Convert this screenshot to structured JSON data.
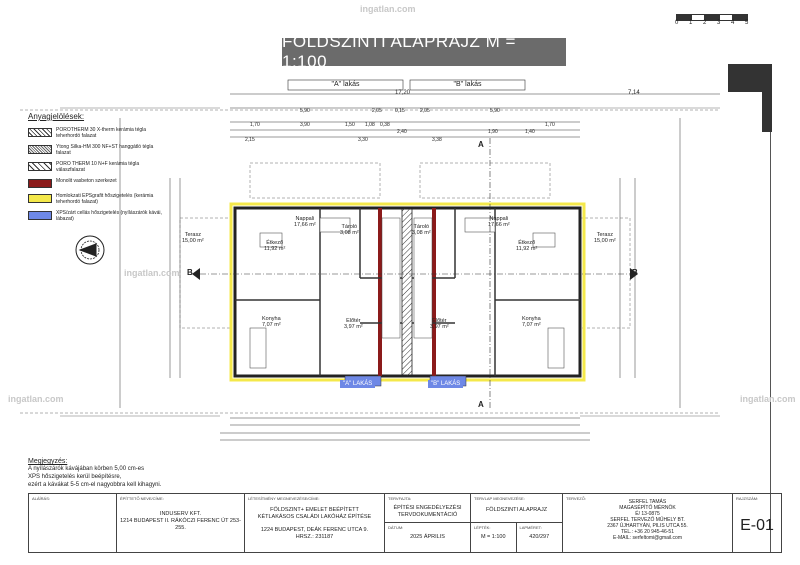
{
  "title": "FÖLDSZINTI ALAPRAJZ M = 1:100",
  "scalebar": {
    "ticks": [
      "0",
      "1",
      "2",
      "3",
      "4",
      "5"
    ]
  },
  "units": {
    "a": "\"A\" lakás",
    "b": "\"B\" lakás"
  },
  "dims_top": [
    "17,20",
    "7,14",
    "5,90",
    "2,05",
    "0,15",
    "2,05",
    "5,90",
    "1,70",
    "3,90",
    "1,50",
    "1,08",
    "0,38",
    "2,40",
    "3,30",
    "3,38",
    "2,15",
    "1,90",
    "1,40",
    "1,70"
  ],
  "legend": {
    "heading": "Anyagjelölések:",
    "items": [
      {
        "text": "POROTHERM 30 X-therm kerámia tégla teherhordó falazat",
        "style": "hatch1"
      },
      {
        "text": "Ytong Silka-HM 300 NF+ST hanggátló tégla falazat",
        "style": "hatch2"
      },
      {
        "text": "PORO THERM 10 N+F kerámia tégla válaszfalazat",
        "style": "hatch3"
      },
      {
        "text": "Monolit vasbeton szerkezet",
        "color": "#8b1a1a"
      },
      {
        "text": "Homlokzati EPSgrafit hőszigetelés (kerámia teherhordó falazat)",
        "color": "#f4e84a"
      },
      {
        "text": "XPS/zárt cellás hőszigetelés (nyílászárók kávái, lábazat)",
        "color": "#6e88e6"
      }
    ]
  },
  "rooms": [
    {
      "name": "Terasz",
      "area": "15,00 m²"
    },
    {
      "name": "Étkező",
      "area": "11,92 m²"
    },
    {
      "name": "Nappali",
      "area": "17,66 m²"
    },
    {
      "name": "Konyha",
      "area": "7,07 m²"
    },
    {
      "name": "Tároló",
      "area": "3,08 m²"
    },
    {
      "name": "Előtér",
      "area": "3,97 m²"
    },
    {
      "name": "Terasz",
      "area": "15,00 m²"
    },
    {
      "name": "Étkező",
      "area": "11,92 m²"
    },
    {
      "name": "Nappali",
      "area": "17,66 m²"
    },
    {
      "name": "Konyha",
      "area": "7,07 m²"
    },
    {
      "name": "Tároló",
      "area": "3,08 m²"
    },
    {
      "name": "Előtér",
      "area": "3,97 m²"
    }
  ],
  "unit_tags": {
    "a": "\"A\" LAKÁS",
    "b": "\"B\" LAKÁS"
  },
  "section_marks": {
    "a": "A",
    "b": "B"
  },
  "notes": {
    "heading": "Megjegyzés:",
    "lines": [
      "A nyílászárók kávájában körben 5,00 cm-es",
      "XPS hőszigetelés kerül beépítésre,",
      "ezért a kávákat 5-5 cm-el nagyobbra kell kihagyni."
    ]
  },
  "watermark": "ingatlan.com",
  "titleblock": {
    "alairas_cap": "ALÁÍRÁS:",
    "owner_cap": "ÉPÍTTETŐ NEVE/CÍME:",
    "owner": "INDUSERV KFT.\n1214 BUDAPEST II. RÁKÓCZI FERENC ÚT 253-255.",
    "project_cap": "LÉTESÍTMÉNY MEGNEVEZÉSE/CÍME:",
    "project": "FÖLDSZINT+ EMELET BEÉPÍTETT\nKÉTLAKÁSOS CSALÁDI LAKÓHÁZ ÉPÍTÉSE",
    "address": "1224 BUDAPEST, DEÁK FERENC UTCA 9.\nHRSZ.: 231187",
    "phase_cap": "TERVFAJTA:",
    "phase": "ÉPÍTÉSI ENGEDÉLYEZÉSI\nTERVDOKUMENTÁCIÓ",
    "date_cap": "DÁTUM:",
    "date": "2025 ÁPRILIS",
    "drawing_cap": "TERVLAP MEGNEVEZÉSE:",
    "drawing": "FÖLDSZINTI ALAPRAJZ",
    "scale_cap": "LÉPTÉK:",
    "scale": "M = 1:100",
    "format_cap": "LAPMÉRET:",
    "format": "420/297",
    "designer_cap": "TERVEZŐ:",
    "designer": "SERFEL TAMÁS\nMAGASÉPÍTŐ MÉRNÖK\nÉ/ 13-0875\nSERFEL TERVEZŐ MŰHELY BT.\n2367 ÚJHARTYÁN, PILIS UTCA 55.\nTEL.: +36 20 945-46-51\nE-MAIL: serfeltomi@gmail.com",
    "sheet_cap": "RAJZSZÁM:",
    "sheet": "E-01"
  }
}
